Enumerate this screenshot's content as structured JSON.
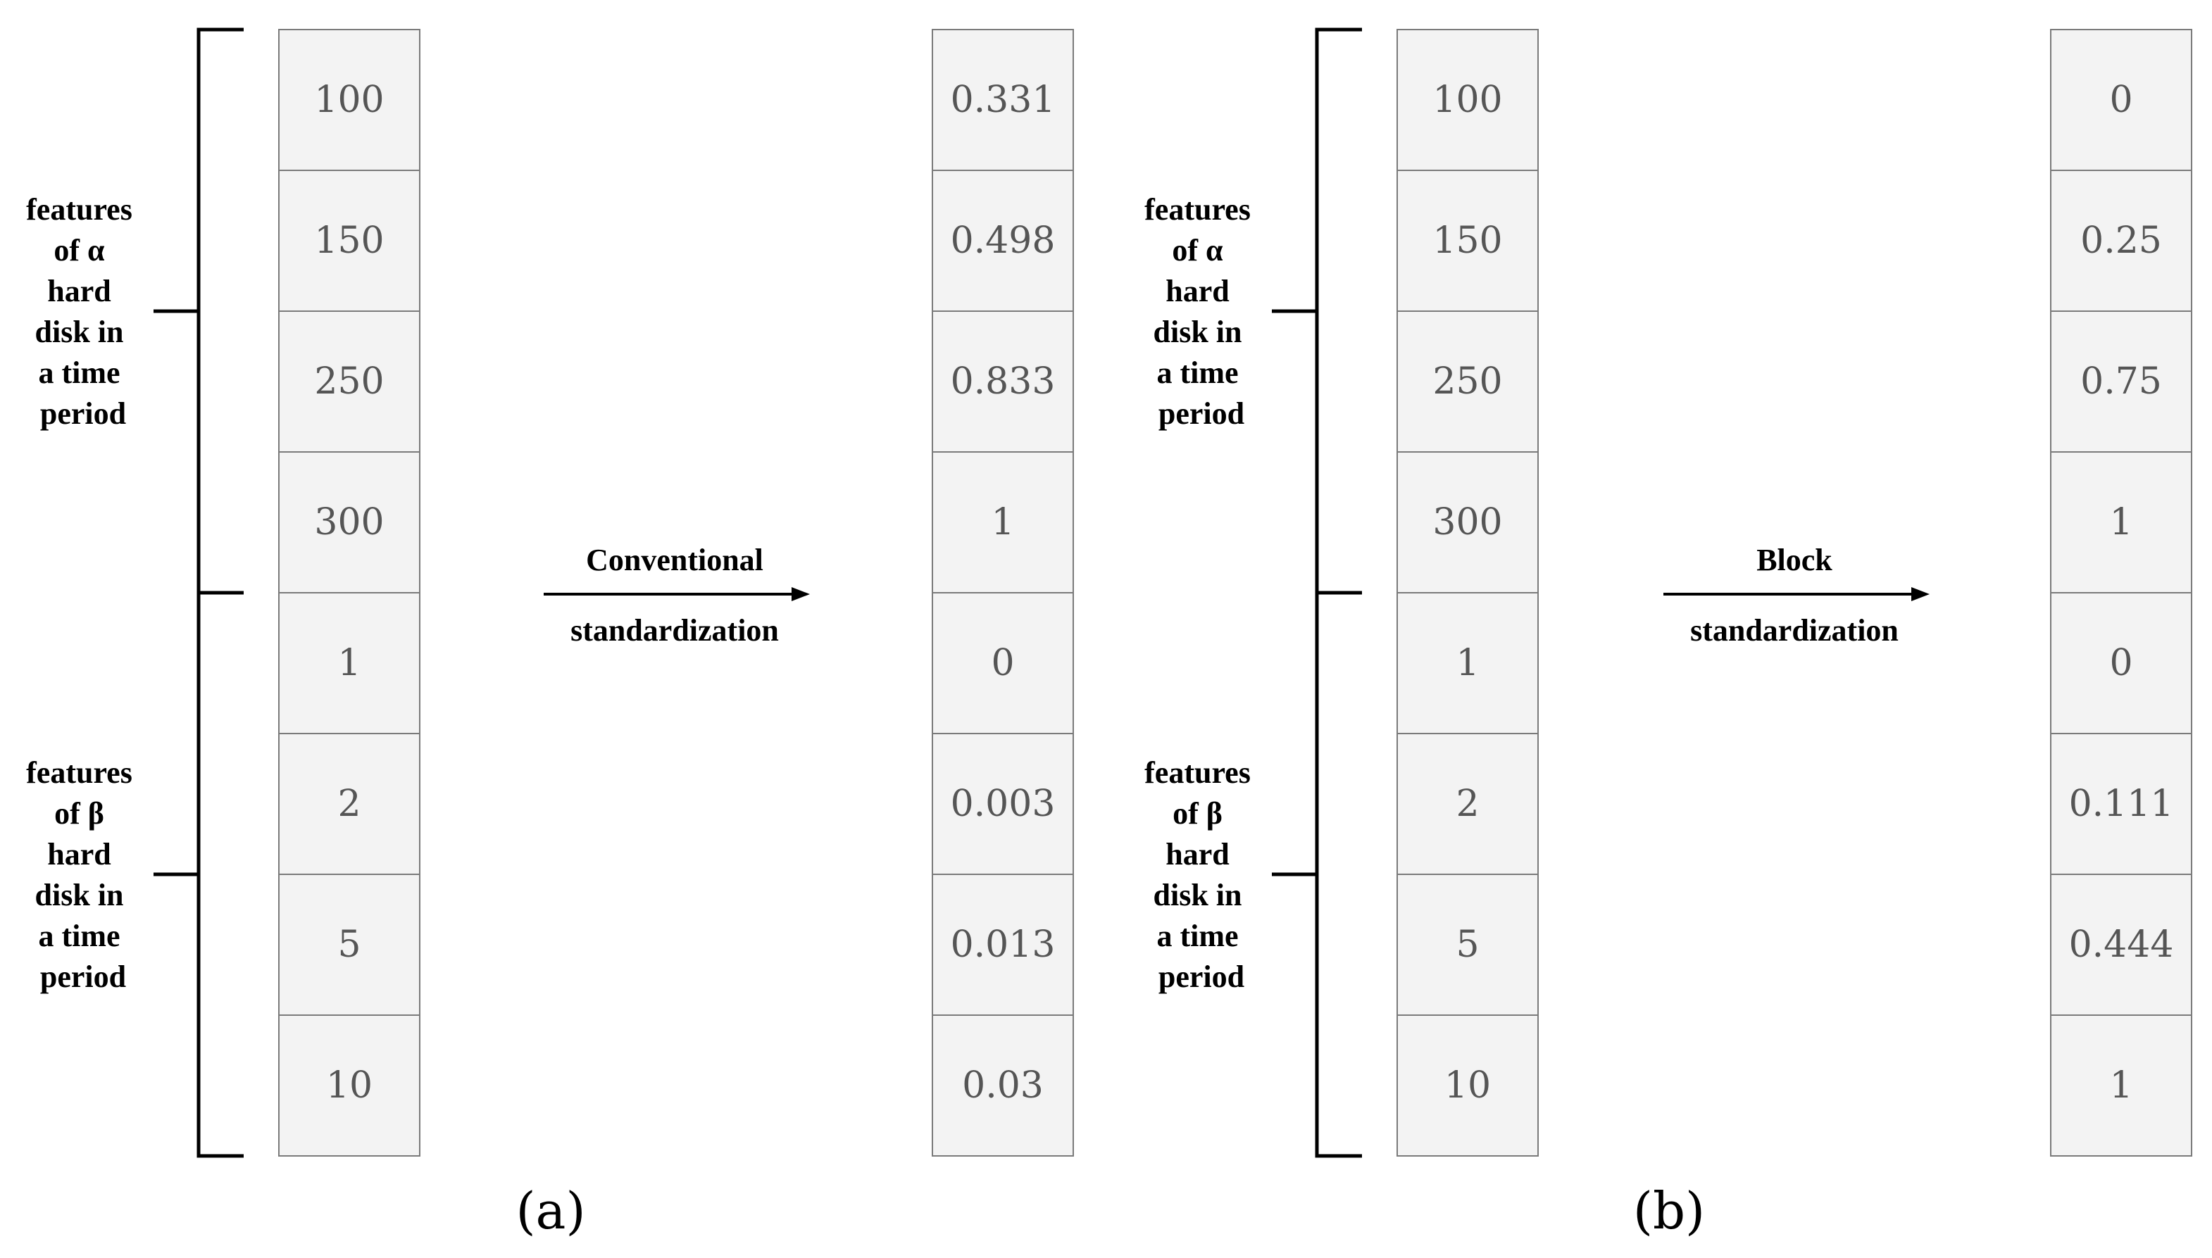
{
  "panels": [
    {
      "label": "(a)",
      "input_column": [
        "100",
        "150",
        "250",
        "300",
        "1",
        "2",
        "5",
        "10"
      ],
      "output_column": [
        "0.331",
        "0.498",
        "0.833",
        "1",
        "0",
        "0.003",
        "0.013",
        "0.03"
      ],
      "groups": [
        {
          "label_lines": [
            "features",
            "of α",
            "hard",
            "disk in",
            "a time",
            "period"
          ]
        },
        {
          "label_lines": [
            "features",
            "of β",
            "hard",
            "disk in",
            "a time",
            "period"
          ]
        }
      ],
      "arrow": {
        "line1": "Conventional",
        "line2": "standardization"
      }
    },
    {
      "label": "(b)",
      "input_column": [
        "100",
        "150",
        "250",
        "300",
        "1",
        "2",
        "5",
        "10"
      ],
      "output_column": [
        "0",
        "0.25",
        "0.75",
        "1",
        "0",
        "0.111",
        "0.444",
        "1"
      ],
      "groups": [
        {
          "label_lines": [
            "features",
            "of α",
            "hard",
            "disk in",
            "a time",
            "period"
          ]
        },
        {
          "label_lines": [
            "features",
            "of β",
            "hard",
            "disk in",
            "a time",
            "period"
          ]
        }
      ],
      "arrow": {
        "line1": "Block",
        "line2": "standardization"
      }
    }
  ]
}
